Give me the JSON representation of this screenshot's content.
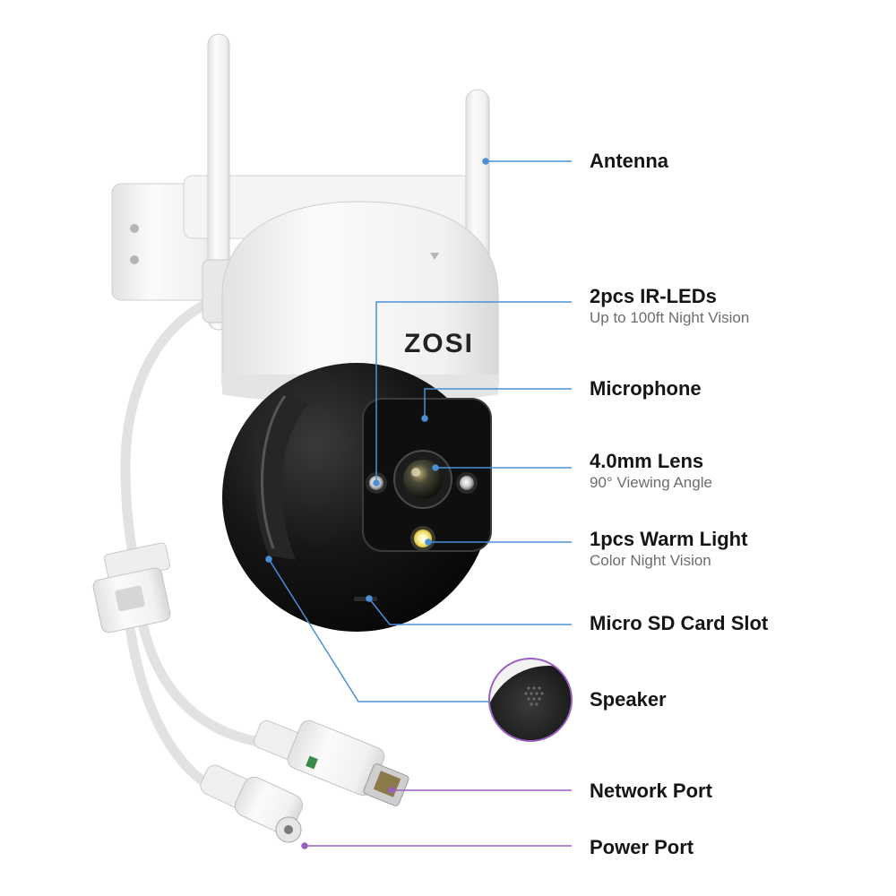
{
  "brand": "ZOSI",
  "colors": {
    "leader_blue": "#4a90d9",
    "leader_purple": "#9a5fc0",
    "camera_white": "#f3f3f3",
    "camera_black": "#141414"
  },
  "labels": {
    "antenna": {
      "title": "Antenna"
    },
    "ir_leds": {
      "title": "2pcs IR-LEDs",
      "sub": "Up to 100ft Night Vision"
    },
    "microphone": {
      "title": "Microphone"
    },
    "lens": {
      "title": "4.0mm Lens",
      "sub": "90° Viewing Angle"
    },
    "warm_light": {
      "title": "1pcs Warm Light",
      "sub": "Color Night Vision"
    },
    "sd_slot": {
      "title": "Micro SD Card Slot"
    },
    "speaker": {
      "title": "Speaker"
    },
    "network_port": {
      "title": "Network Port"
    },
    "power_port": {
      "title": "Power Port"
    }
  }
}
